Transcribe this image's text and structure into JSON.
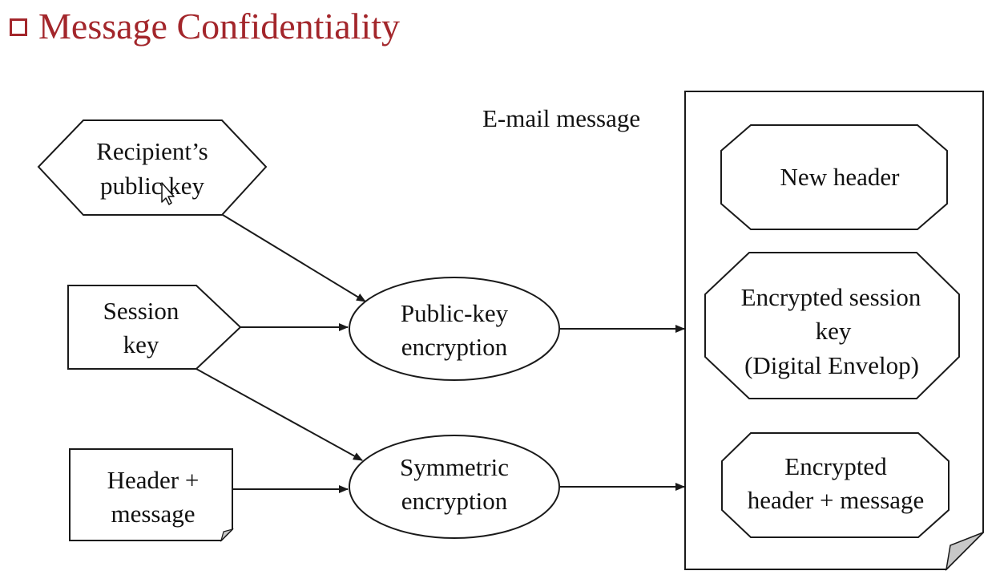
{
  "slide": {
    "title": "Message Confidentiality",
    "title_color": "#a3262b",
    "bullet_icon": "hollow-square-bullet"
  },
  "diagram": {
    "inputs": {
      "recipient_public_key": [
        "Recipient’s",
        "public key"
      ],
      "session_key": [
        "Session",
        "key"
      ],
      "header_message": [
        "Header +",
        "message"
      ]
    },
    "processes": {
      "public_key_encryption": [
        "Public-key",
        "encryption"
      ],
      "symmetric_encryption": [
        "Symmetric",
        "encryption"
      ]
    },
    "email_message": {
      "label": "E-mail message",
      "parts": {
        "new_header": [
          "New header"
        ],
        "encrypted_session_key": [
          "Encrypted session",
          "key",
          "(Digital Envelop)"
        ],
        "encrypted_header_message": [
          "Encrypted",
          "header + message"
        ]
      }
    }
  }
}
